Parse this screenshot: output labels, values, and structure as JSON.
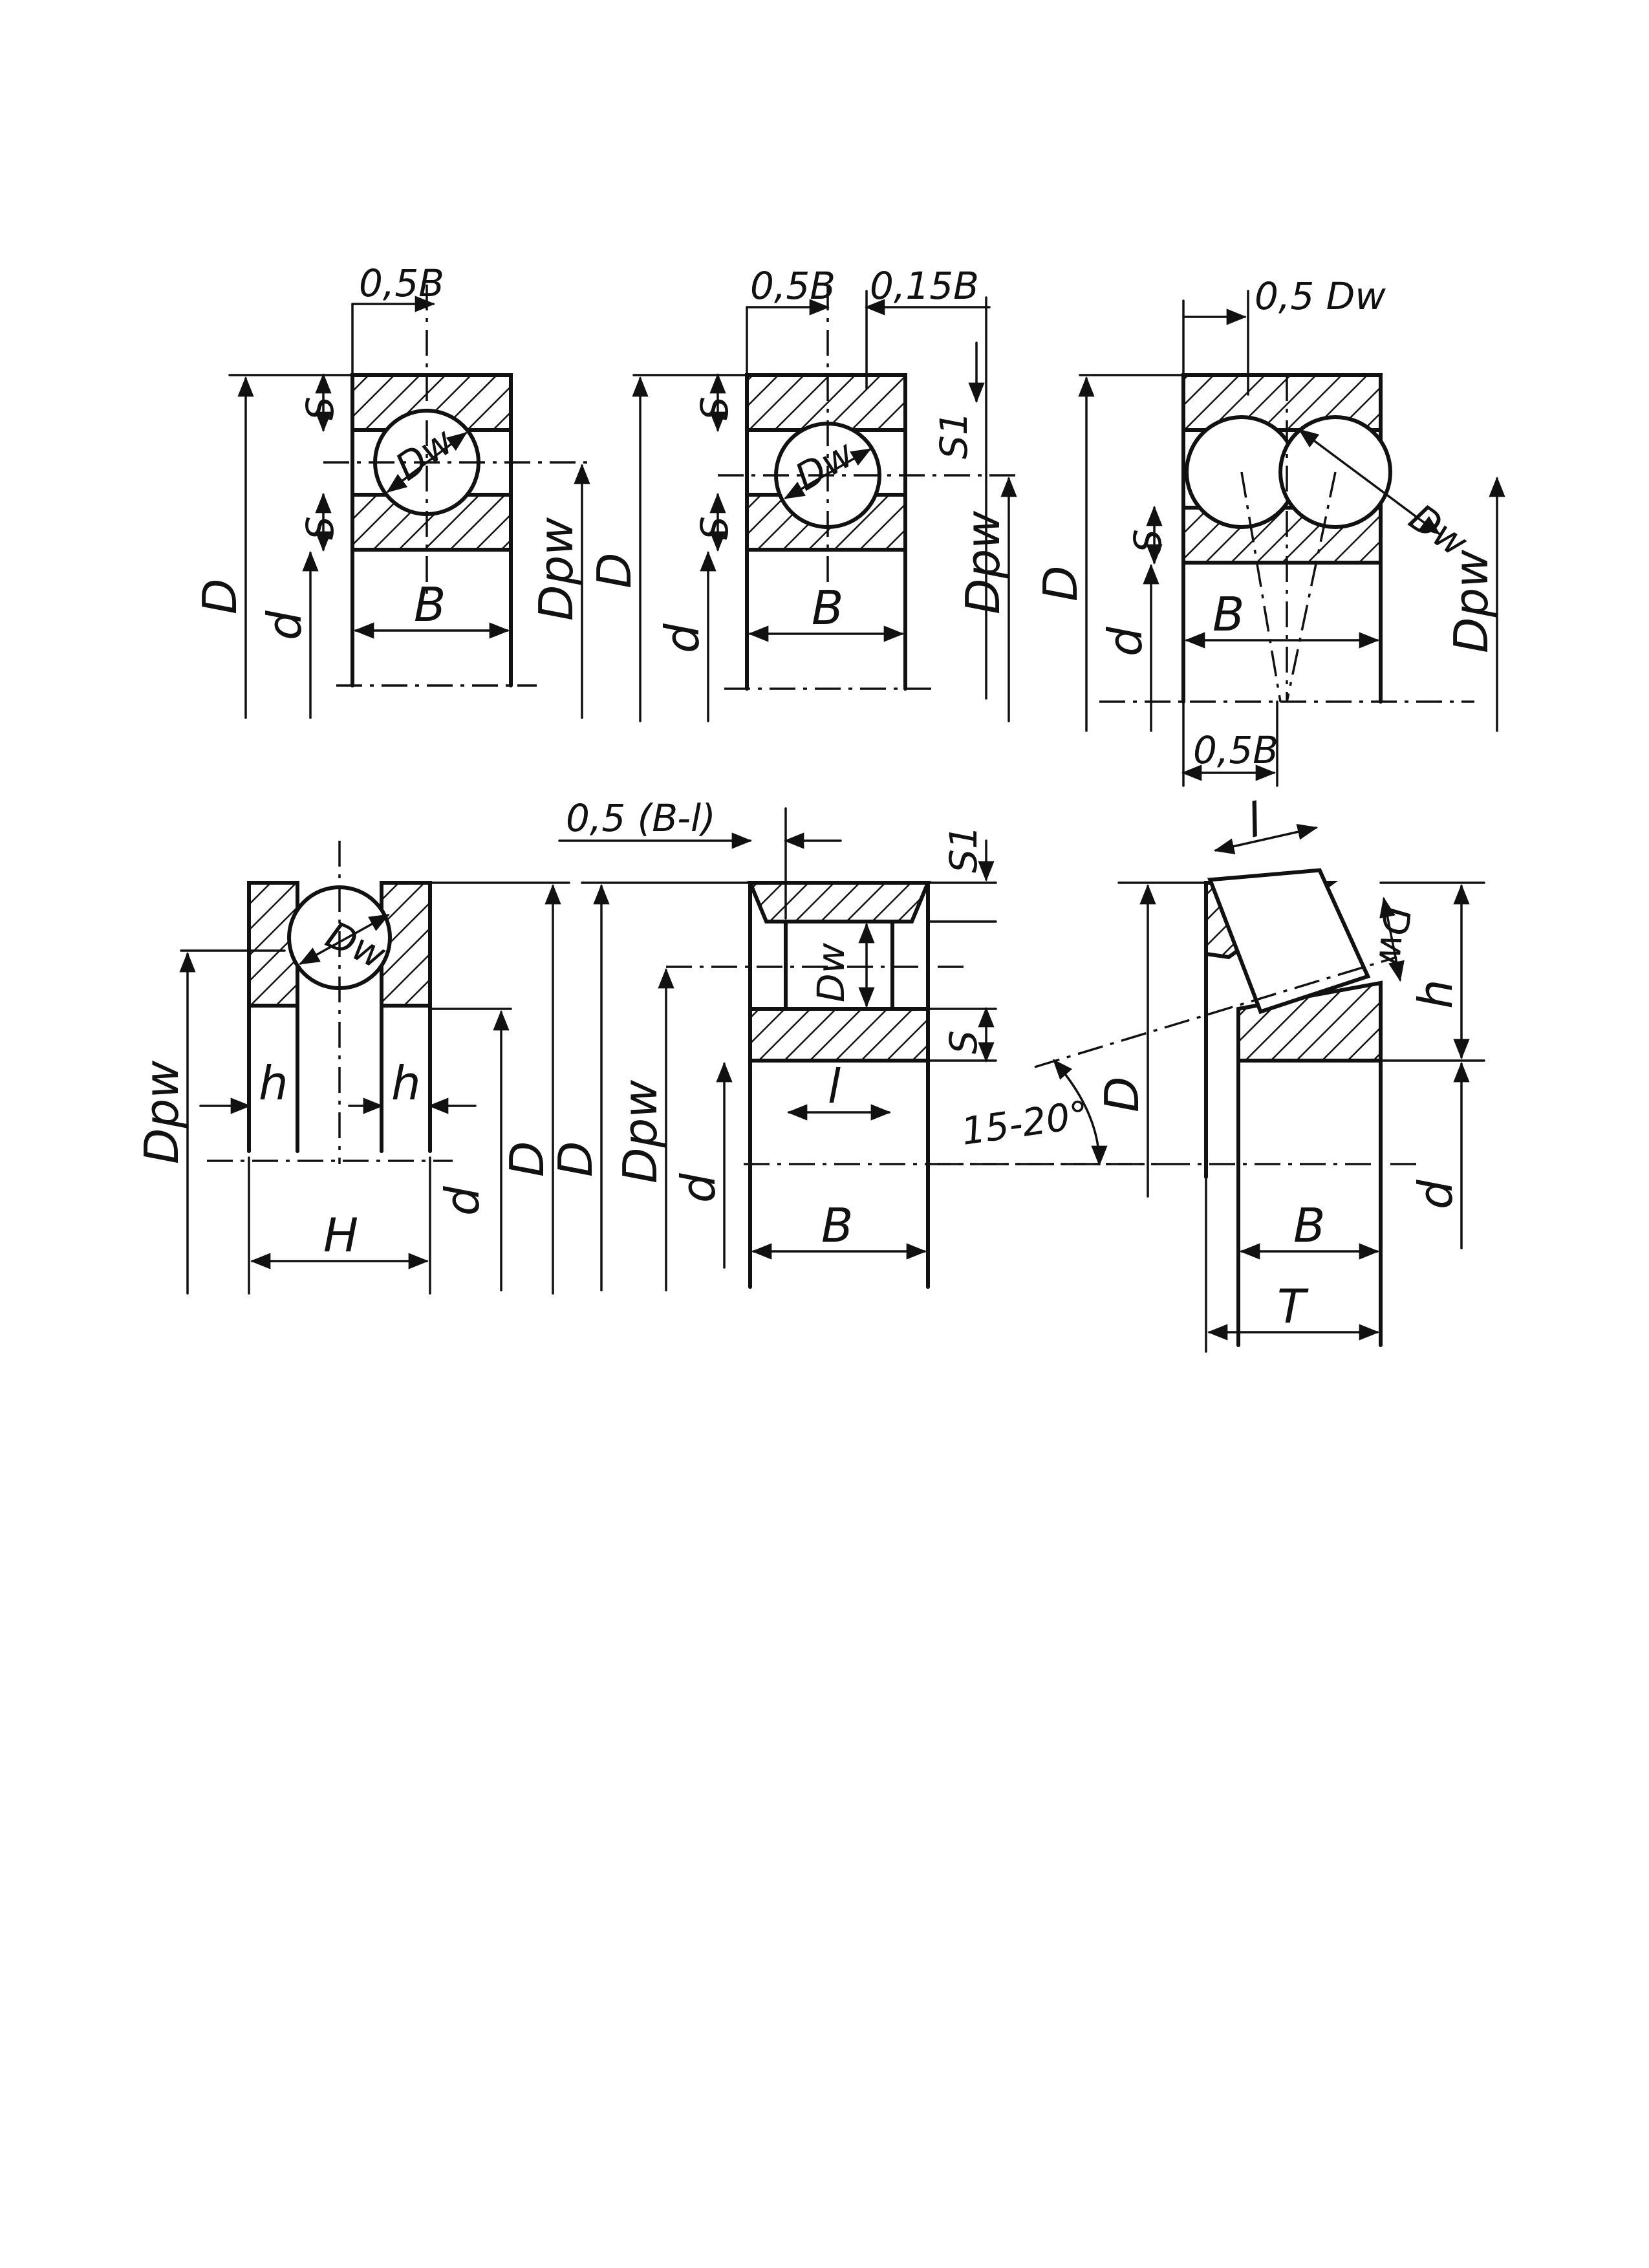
{
  "figures": {
    "radial_ball": {
      "labels": {
        "half_width": "0,5B",
        "s_outer": "S",
        "s_inner": "S",
        "ball": "Dw",
        "width": "B",
        "outer_d": "D",
        "bore": "d",
        "pitch": "Dpw"
      }
    },
    "angular_ball": {
      "labels": {
        "half_width": "0,5B",
        "offset": "0,15B",
        "s": "S",
        "s1": "S1",
        "ball": "Dw",
        "width": "B",
        "outer_d": "D",
        "bore": "d",
        "pitch": "Dpw"
      }
    },
    "self_aligning_ball": {
      "labels": {
        "half_ball": "0,5 Dw",
        "ball": "Dw",
        "s": "S",
        "width": "B",
        "half_width_bottom": "0,5B",
        "outer_d": "D",
        "bore": "d",
        "pitch": "Dpw"
      }
    },
    "thrust_ball": {
      "labels": {
        "ball": "Dw",
        "h_left": "h",
        "h_right": "h",
        "height": "H",
        "pitch": "Dpw",
        "bore": "d",
        "outer_d": "D"
      }
    },
    "cylindrical_roller": {
      "labels": {
        "offset": "0,5 (B-l)",
        "s1": "S1",
        "roller": "Dw",
        "s": "S",
        "length": "l",
        "width": "B",
        "outer_d": "D",
        "pitch": "Dpw",
        "bore": "d"
      }
    },
    "tapered_roller": {
      "labels": {
        "length": "l",
        "roller": "Dw",
        "h": "h",
        "angle": "15-20°",
        "outer_d": "D",
        "bore": "d",
        "width": "B",
        "total": "T"
      }
    }
  }
}
